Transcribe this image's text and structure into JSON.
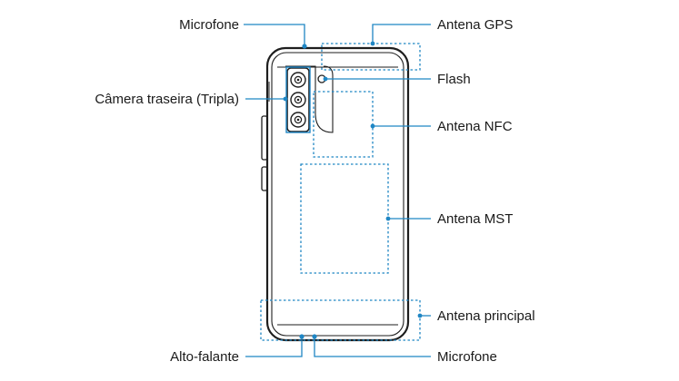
{
  "diagram": {
    "colors": {
      "outline": "#1e1e1e",
      "callout": "#1f86c4",
      "background": "#ffffff"
    },
    "labels": {
      "microfone_top": "Microfone",
      "camera": "Câmera traseira (Tripla)",
      "alto_falante": "Alto-falante",
      "antena_gps": "Antena GPS",
      "flash": "Flash",
      "antena_nfc": "Antena NFC",
      "antena_mst": "Antena MST",
      "antena_principal": "Antena principal",
      "microfone_bottom": "Microfone"
    }
  }
}
